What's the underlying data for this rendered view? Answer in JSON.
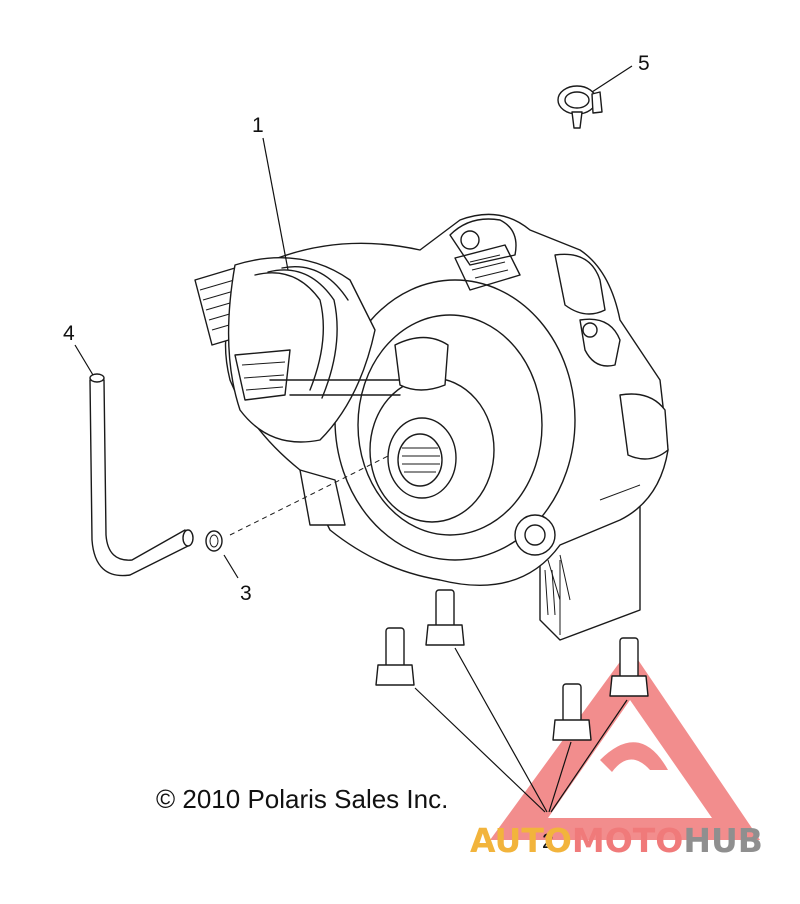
{
  "diagram": {
    "callouts": [
      {
        "id": "1",
        "label": "1"
      },
      {
        "id": "2",
        "label": "2"
      },
      {
        "id": "3",
        "label": "3"
      },
      {
        "id": "4",
        "label": "4"
      },
      {
        "id": "5",
        "label": "5"
      }
    ],
    "copyright": "© 2010 Polaris Sales Inc."
  },
  "watermark": {
    "part_a": "AUTO",
    "part_b": "MOTO",
    "part_c": "HUB",
    "colors": {
      "a": "#f2b43c",
      "b": "#f07a7a",
      "c": "#8f8f8f",
      "triangle": "#f07a7a"
    }
  }
}
